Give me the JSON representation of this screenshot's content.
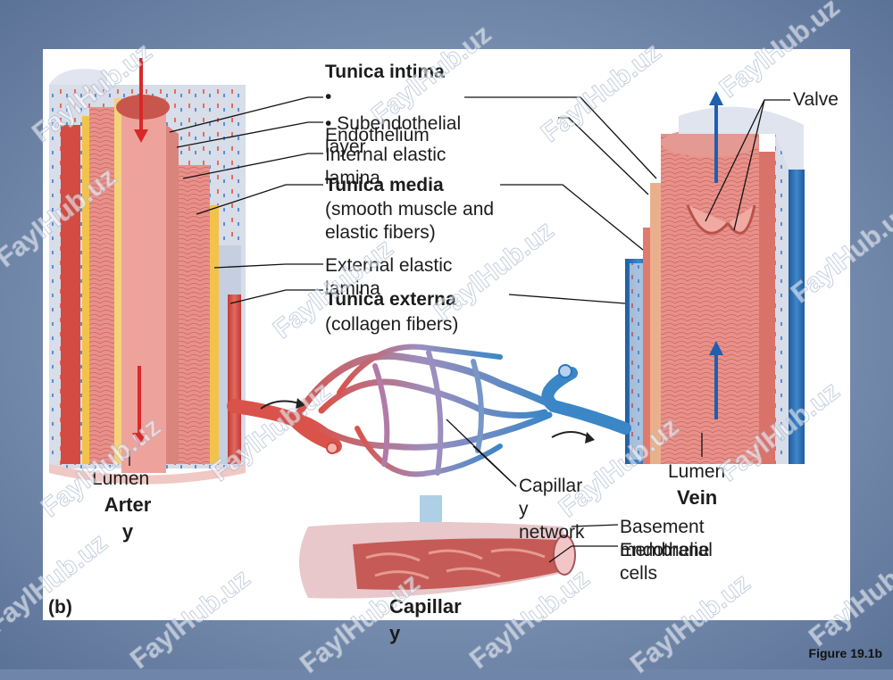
{
  "labels": {
    "tunica_intima": "Tunica intima",
    "bullet": "•",
    "endothelium": "Endothelium",
    "subendothelial_layer": "• Subendothelial\nlayer",
    "internal_elastic_lamina": "Internal elastic\nlamina",
    "tunica_media": "Tunica media",
    "tunica_media_desc": "(smooth muscle and\nelastic fibers)",
    "external_elastic_lamina": "External elastic\nlamina",
    "tunica_externa": "Tunica externa",
    "tunica_externa_desc": "(collagen fibers)",
    "valve": "Valve",
    "lumen_artery": "Lumen",
    "artery": "Arter\ny",
    "lumen_vein": "Lumen",
    "vein": "Vein",
    "capillary_network": "Capillar\ny\nnetwork",
    "basement_membrane": "Basement\nmembrane",
    "endothelial_cells": "Endothelial\ncells",
    "capillary": "Capillar\ny",
    "panel_letter": "(b)",
    "figure_ref": "Figure 19.1b"
  },
  "watermark": "FaylHub.uz",
  "colors": {
    "artery_red": "#d9534a",
    "vein_blue": "#2f73b8",
    "muscle_pink": "#e48c86",
    "elastic_yellow": "#f2c24a",
    "externa_grey": "#cfd6e4",
    "background_blue": "#6f86aa"
  }
}
